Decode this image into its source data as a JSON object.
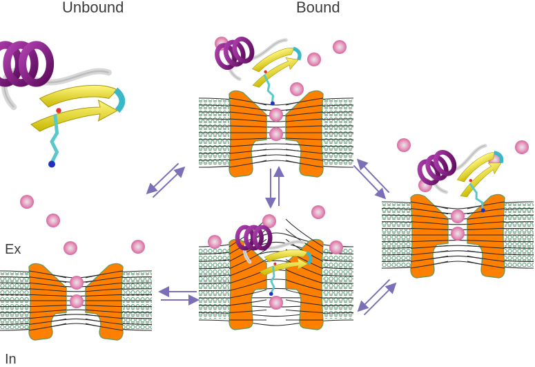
{
  "headings": {
    "unbound": "Unbound",
    "bound": "Bound"
  },
  "side_labels": {
    "extracellular": "Ex",
    "intracellular": "In"
  },
  "colors": {
    "channel": "#ff8000",
    "channel_outline": "#6a9a5a",
    "lipid": "#5e9e78",
    "lipid_tail": "#222222",
    "ion": "#d8679e",
    "ion_highlight": "#e8e8e8",
    "arrow": "#7b6fb8",
    "helix": "#8a1a8a",
    "sheet": "#f0e020",
    "coil": "#d8d8d8",
    "turn": "#3ab8c8",
    "text": "#3a3a3a"
  },
  "states": [
    {
      "id": "toxin-free",
      "description": "Toxin unbound; channel open with two ions in pore"
    },
    {
      "id": "bound-open",
      "description": "Toxin above channel; pore open with two ions"
    },
    {
      "id": "bound-blocked",
      "description": "Toxin inserted in channel vestibule; membrane curved; one ion below"
    },
    {
      "id": "bound-side",
      "description": "Toxin adjacent to channel; pore with two ions"
    }
  ],
  "equilibria": [
    {
      "from": "toxin-free",
      "to": "bound-open",
      "type": "reversible"
    },
    {
      "from": "toxin-free",
      "to": "bound-blocked",
      "type": "reversible"
    },
    {
      "from": "bound-open",
      "to": "bound-blocked",
      "type": "reversible"
    },
    {
      "from": "bound-open",
      "to": "bound-side",
      "type": "reversible"
    },
    {
      "from": "bound-blocked",
      "to": "bound-side",
      "type": "reversible"
    }
  ]
}
